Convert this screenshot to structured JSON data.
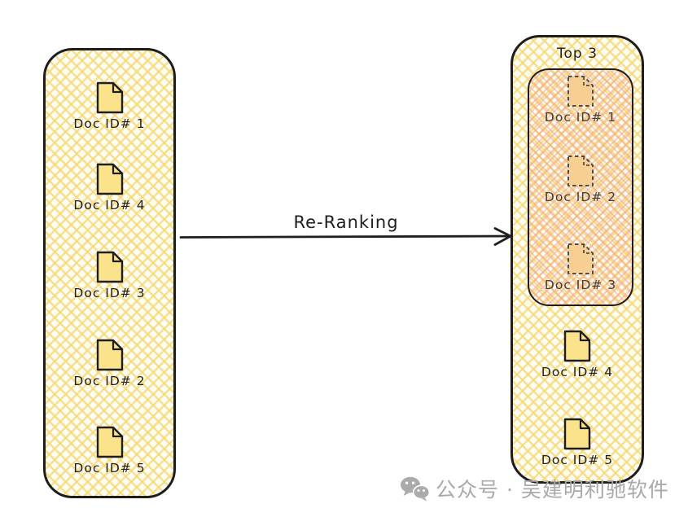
{
  "left_panel": {
    "docs": [
      {
        "label": "Doc ID# 1"
      },
      {
        "label": "Doc ID# 4"
      },
      {
        "label": "Doc ID# 3"
      },
      {
        "label": "Doc ID# 2"
      },
      {
        "label": "Doc ID# 5"
      }
    ]
  },
  "arrow": {
    "label": "Re-Ranking"
  },
  "right_panel": {
    "title": "Top 3",
    "top3_docs": [
      {
        "label": "Doc ID# 1"
      },
      {
        "label": "Doc ID# 2"
      },
      {
        "label": "Doc ID# 3"
      }
    ],
    "other_docs": [
      {
        "label": "Doc ID# 4"
      },
      {
        "label": "Doc ID# 5"
      }
    ]
  },
  "watermark": {
    "text": "公众号 · 吴建明利驰软件"
  },
  "colors": {
    "ink": "#1e1e1e",
    "doc_fill": "#fbe38b",
    "top3_doc_fill": "#f7cf92",
    "panel_hatch": "#f7d876",
    "top3_hatch": "#f3a58c",
    "watermark_gray": "#a9a9a9"
  }
}
